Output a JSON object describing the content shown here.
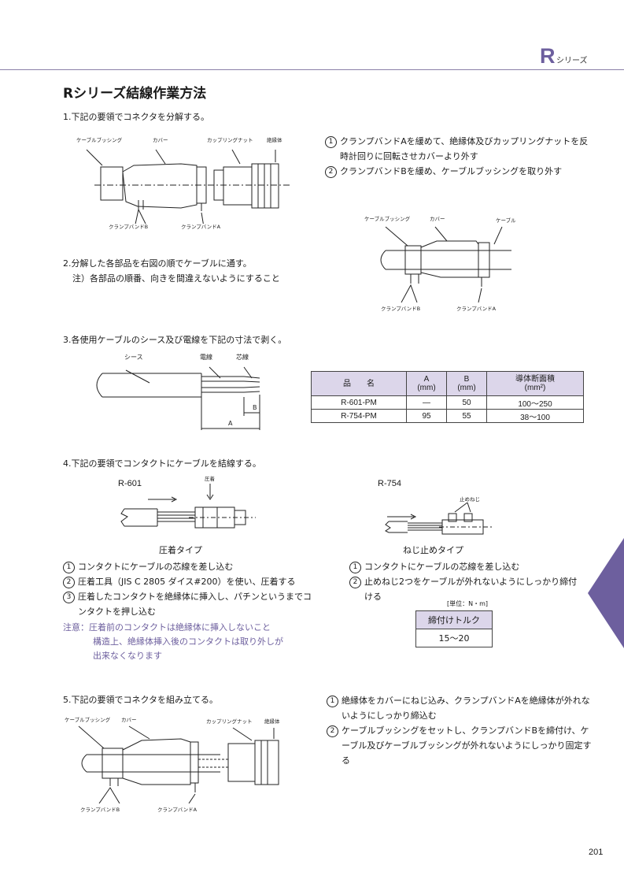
{
  "header": {
    "series_big": "R",
    "series_small": "シリーズ"
  },
  "title": "Rシリーズ結線作業方法",
  "step1": {
    "heading": "1.下記の要領でコネクタを分解する。",
    "labels": {
      "bushing": "ケーブルブッシング",
      "cover": "カバー",
      "nut": "カップリングナット",
      "insulator": "絶縁体",
      "band_b": "クランプバンドB",
      "band_a": "クランプバンドA"
    },
    "instructions": [
      {
        "num": "1",
        "text": "クランプバンドAを緩めて、絶縁体及びカップリングナットを反時計回りに回転させカバーより外す"
      },
      {
        "num": "2",
        "text": "クランプバンドBを緩め、ケーブルブッシングを取り外す"
      }
    ]
  },
  "step2": {
    "heading": "2.分解した各部品を右図の順でケーブルに通す。",
    "note": "注）各部品の順番、向きを間違えないようにすること",
    "labels": {
      "bushing": "ケーブルブッシング",
      "cover": "カバー",
      "cable": "ケーブル",
      "band_b": "クランプバンドB",
      "band_a": "クランプバンドA"
    }
  },
  "step3": {
    "heading": "3.各使用ケーブルのシース及び電線を下記の寸法で剥く。",
    "labels": {
      "sheath": "シース",
      "wire": "電線",
      "core": "芯線",
      "dim_a": "A",
      "dim_b": "B"
    },
    "table": {
      "headers": {
        "name": "品　　名",
        "a": "A",
        "a_unit": "(mm)",
        "b": "B",
        "b_unit": "(mm)",
        "area": "導体断面積",
        "area_unit": "(mm²)"
      },
      "rows": [
        {
          "name": "R-601-PM",
          "a": "—",
          "b": "50",
          "area": "100〜250"
        },
        {
          "name": "R-754-PM",
          "a": "95",
          "b": "55",
          "area": "38〜100"
        }
      ]
    }
  },
  "step4": {
    "heading": "4.下記の要領でコンタクトにケーブルを結線する。",
    "left": {
      "model": "R-601",
      "crimp_label": "圧着",
      "type": "圧着タイプ",
      "instructions": [
        {
          "num": "1",
          "text": "コンタクトにケーブルの芯線を差し込む"
        },
        {
          "num": "2",
          "text": "圧着工具（JIS C 2805 ダイス#200）を使い、圧着する"
        },
        {
          "num": "3",
          "text": "圧着したコンタクトを絶縁体に挿入し、パチンというまでコンタクトを押し込む"
        }
      ],
      "caution_label": "注意：",
      "caution_lines": [
        "圧着前のコンタクトは絶縁体に挿入しないこと",
        "構造上、絶縁体挿入後のコンタクトは取り外しが",
        "出来なくなります"
      ]
    },
    "right": {
      "model": "R-754",
      "screw_label": "止めねじ",
      "type": "ねじ止めタイプ",
      "instructions": [
        {
          "num": "1",
          "text": "コンタクトにケーブルの芯線を差し込む"
        },
        {
          "num": "2",
          "text": "止めねじ2つをケーブルが外れないようにしっかり締付ける"
        }
      ],
      "unit": "[単位：N・m]",
      "torque_header": "締付けトルク",
      "torque_value": "15〜20"
    }
  },
  "step5": {
    "heading": "5.下記の要領でコネクタを組み立てる。",
    "labels": {
      "bushing": "ケーブルブッシング",
      "cover": "カバー",
      "nut": "カップリングナット",
      "insulator": "絶縁体",
      "band_b": "クランプバンドB",
      "band_a": "クランプバンドA"
    },
    "instructions": [
      {
        "num": "1",
        "text": "絶縁体をカバーにねじ込み、クランプバンドAを絶縁体が外れないようにしっかり締込む"
      },
      {
        "num": "2",
        "text": "ケーブルブッシングをセットし、クランプバンドBを締付け、ケーブル及びケーブルブッシングが外れないようにしっかり固定する"
      }
    ]
  },
  "page_number": "201",
  "colors": {
    "accent": "#6d5f9e",
    "table_header": "#dcd6ea"
  }
}
